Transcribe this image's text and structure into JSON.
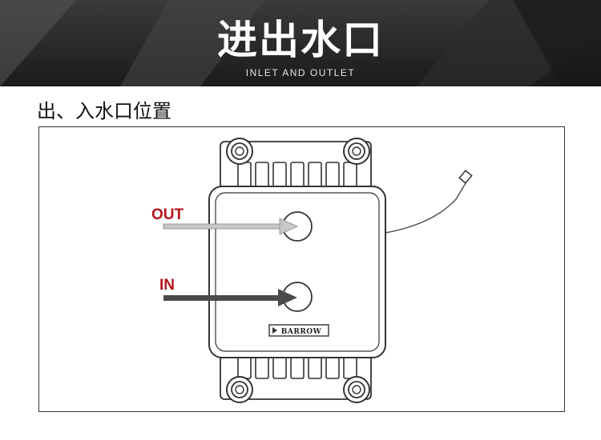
{
  "banner": {
    "title": "进出水口",
    "subtitle": "INLET AND OUTLET"
  },
  "section": {
    "heading": "出、入水口位置"
  },
  "diagram": {
    "outlet_label": "OUT",
    "inlet_label": "IN",
    "outlet_arrow_color": "#c8c8c8",
    "inlet_arrow_color": "#4a4a4a",
    "label_color": "#b7141d",
    "logo_text": "BARROW"
  }
}
